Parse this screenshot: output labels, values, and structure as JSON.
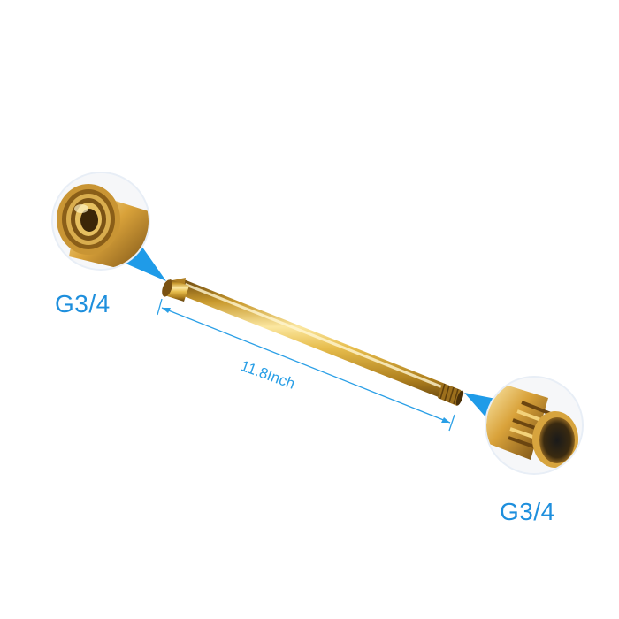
{
  "labels": {
    "left_thread": "G3/4",
    "right_thread": "G3/4",
    "length": "11.8Inch"
  },
  "colors": {
    "label_blue": "#1e8fdd",
    "dimension_blue": "#2a9fe6",
    "callout_blue": "#1f9be8",
    "gold_light": "#f7df8a",
    "gold_mid": "#d8a634",
    "gold_dark": "#7a5212"
  },
  "icons": {
    "left_detail": "female-thread-connector",
    "right_detail": "male-thread-connector"
  }
}
